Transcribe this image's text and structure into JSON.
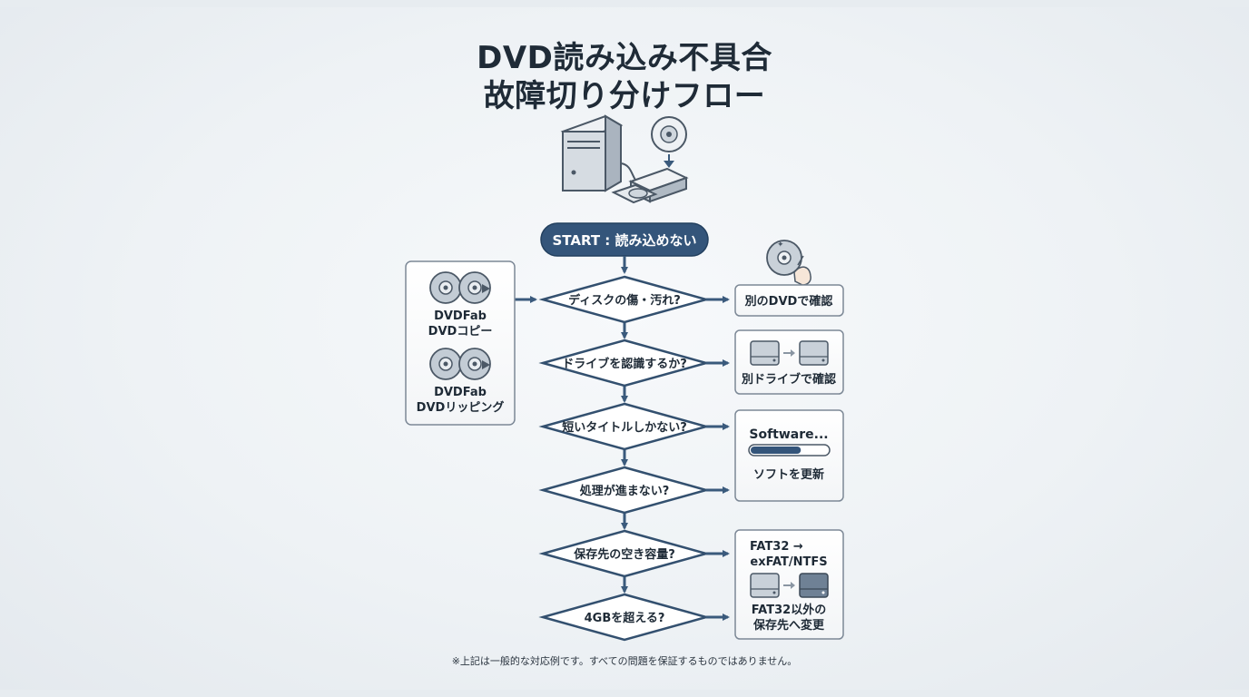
{
  "title": {
    "line1": "DVD読み込み不具合",
    "line2": "故障切り分けフロー"
  },
  "start": {
    "label": "START : 読み込めない"
  },
  "questions": [
    {
      "label": "ディスクの傷・汚れ?"
    },
    {
      "label": "ドライブを認識するか?"
    },
    {
      "label": "短いタイトルしかない?"
    },
    {
      "label": "処理が進まない?"
    },
    {
      "label": "保存先の空き容量?"
    },
    {
      "label": "4GBを超える?"
    }
  ],
  "tools_panel": {
    "items": [
      {
        "line1": "DVDFab",
        "line2": "DVDコピー"
      },
      {
        "line1": "DVDFab",
        "line2": "DVDリッピング"
      }
    ]
  },
  "actions": {
    "other_dvd": {
      "label": "別のDVDで確認"
    },
    "other_drive": {
      "label": "別ドライブで確認"
    },
    "software": {
      "heading": "Software...",
      "label": "ソフトを更新",
      "progress": 0.65
    },
    "fat32": {
      "line1": "FAT32 →",
      "line2": "exFAT/NTFS",
      "line3": "FAT32以外の",
      "line4": "保存先へ変更"
    }
  },
  "footnote": "※上記は一般的な対応例です。すべての問題を保証するものではありません。",
  "colors": {
    "navy": "#2f4f70",
    "arrow": "#3a5a7c",
    "box_border": "#6b7a89",
    "disk": "#b9c3cd"
  }
}
